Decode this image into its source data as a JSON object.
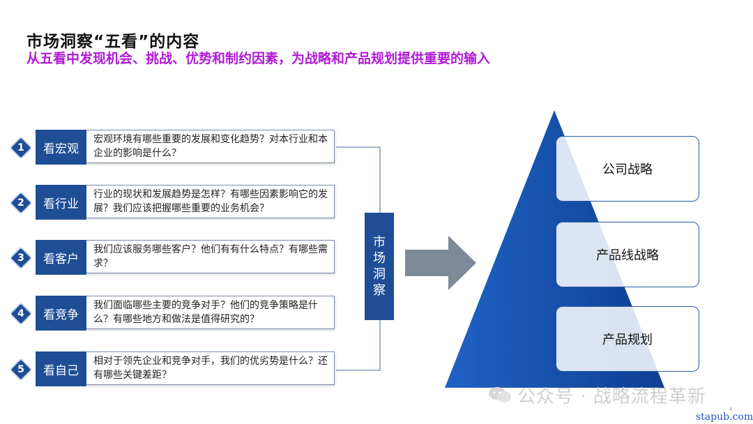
{
  "title": "市场洞察“五看”的内容",
  "subtitle": "从五看中发现机会、挑战、优势和制约因素，为战略和产品规划提供重要的输入",
  "items": [
    {
      "num": "1",
      "label": "看宏观",
      "desc": "宏观环境有哪些重要的发展和变化趋势？对本行业和本企业的影响是什么？"
    },
    {
      "num": "2",
      "label": "看行业",
      "desc": "行业的现状和发展趋势是怎样？有哪些因素影响它的发展？我们应该把握哪些重要的业务机会？"
    },
    {
      "num": "3",
      "label": "看客户",
      "desc": "我们应该服务哪些客户？他们有有什么特点？有哪些需求？"
    },
    {
      "num": "4",
      "label": "看竞争",
      "desc": "我们面临哪些主要的竞争对手？他们的竞争策略是什么？有哪些地方和做法是值得研究的？"
    },
    {
      "num": "5",
      "label": "看自己",
      "desc": "相对于领先企业和竞争对手，我们的优劣势是什么？还有哪些关键差距？"
    }
  ],
  "center_label": "市场洞察",
  "pyramid_levels": [
    "公司战略",
    "产品线战略",
    "产品规划"
  ],
  "watermark": "公众号 · 战略流程革新",
  "site": "stapub.com",
  "page_number": "4",
  "colors": {
    "primary_blue": "#1f4e96",
    "subtitle_purple": "#b11ad6",
    "arrow_gray": "#7f8a99"
  }
}
